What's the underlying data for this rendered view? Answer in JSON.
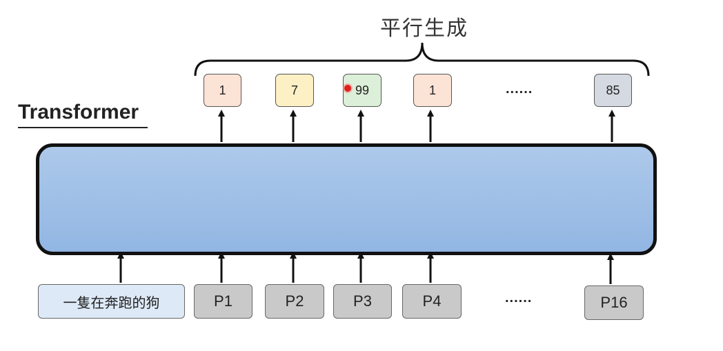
{
  "title": "平行生成",
  "model_label": "Transformer",
  "outputs": [
    {
      "label": "1",
      "color": "#fbe3d6"
    },
    {
      "label": "7",
      "color": "#fdf0c4"
    },
    {
      "label": "99",
      "color": "#dcefd8"
    },
    {
      "label": "1",
      "color": "#fbe3d6"
    },
    {
      "label": "......"
    },
    {
      "label": "85",
      "color": "#d5dae2"
    }
  ],
  "inputs": [
    {
      "label": "一隻在奔跑的狗"
    },
    {
      "label": "P1"
    },
    {
      "label": "P2"
    },
    {
      "label": "P3"
    },
    {
      "label": "P4"
    },
    {
      "label": "......"
    },
    {
      "label": "P16"
    }
  ],
  "colors": {
    "transformer_fill": "#a3c1e8",
    "input_token_fill": "#c9c9c9",
    "text_input_fill": "#dde9f6"
  }
}
